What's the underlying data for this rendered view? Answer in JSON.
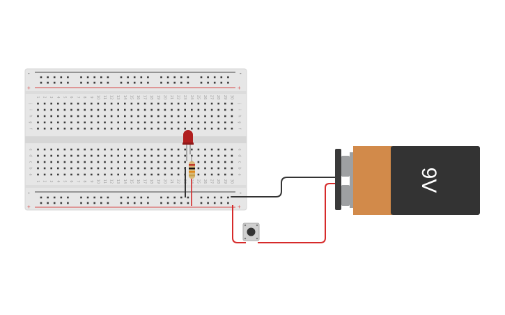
{
  "circuit": {
    "breadboard": {
      "columns": 30,
      "row_letters_top": [
        "j",
        "i",
        "h",
        "g",
        "f"
      ],
      "row_letters_bottom": [
        "e",
        "d",
        "c",
        "b",
        "a"
      ],
      "rail_minus": "-",
      "rail_plus": "+"
    },
    "battery": {
      "label": "9V",
      "colors": {
        "body": "#333333",
        "band": "#d28a4a",
        "terminals": "#9ea0a2",
        "cap": "#3a3a3a"
      }
    },
    "led": {
      "color": "#b01e1e"
    },
    "resistor": {
      "body_color": "#d9b97a",
      "bands": [
        "#c0392b",
        "#111111",
        "#e08a1e",
        "#c8a24a"
      ]
    },
    "pushbutton": {
      "body_color": "#d0d0d0",
      "cap_color": "#333333"
    },
    "wires": {
      "negative_color": "#333333",
      "positive_color": "#d62a2a"
    },
    "colors": {
      "board": "#e6e6e6",
      "rail_red": "#d64545",
      "rail_dark": "#444444",
      "hole": "#3a3a3a"
    }
  }
}
